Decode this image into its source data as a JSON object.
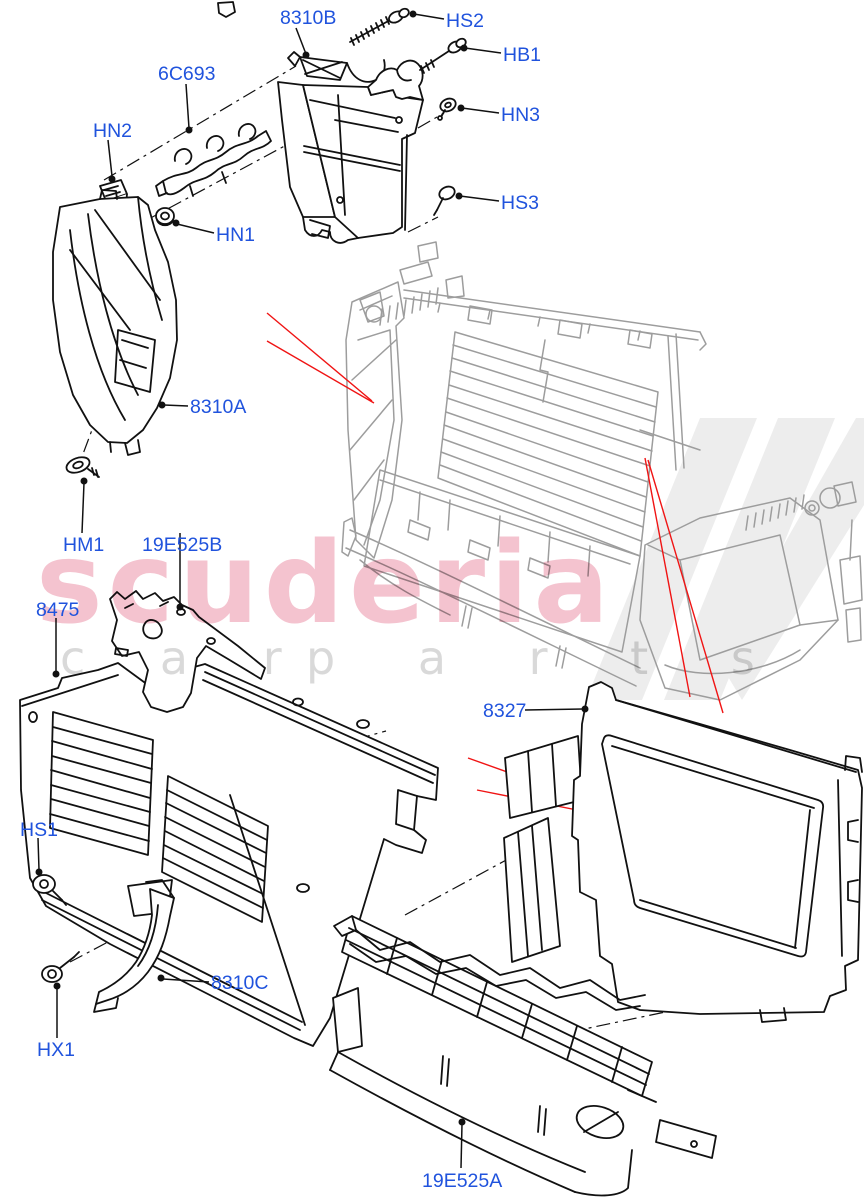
{
  "page": {
    "title": "Air Deflectors - exploded parts diagram",
    "background": "#ffffff"
  },
  "colors": {
    "label_blue": "#2053dd",
    "part_line_black": "#111111",
    "assembly_line_gray": "#9d9d9d",
    "highlight_red": "#f01414",
    "watermark_pink": "#f4c3cf",
    "watermark_gray": "#d9d9d9"
  },
  "watermark": {
    "brand": "scuderia",
    "tagline_word1": "c a r",
    "tagline_word2": "p a r t s"
  },
  "diagram": {
    "labels": [
      {
        "code": "8310B"
      },
      {
        "code": "HS2"
      },
      {
        "code": "HB1"
      },
      {
        "code": "6C693"
      },
      {
        "code": "HN3"
      },
      {
        "code": "HN2"
      },
      {
        "code": "HS3"
      },
      {
        "code": "HN1"
      },
      {
        "code": "8310A"
      },
      {
        "code": "HM1"
      },
      {
        "code": "19E525B"
      },
      {
        "code": "8475"
      },
      {
        "code": "8327"
      },
      {
        "code": "HS1"
      },
      {
        "code": "8310C"
      },
      {
        "code": "HX1"
      },
      {
        "code": "19E525A"
      }
    ]
  }
}
